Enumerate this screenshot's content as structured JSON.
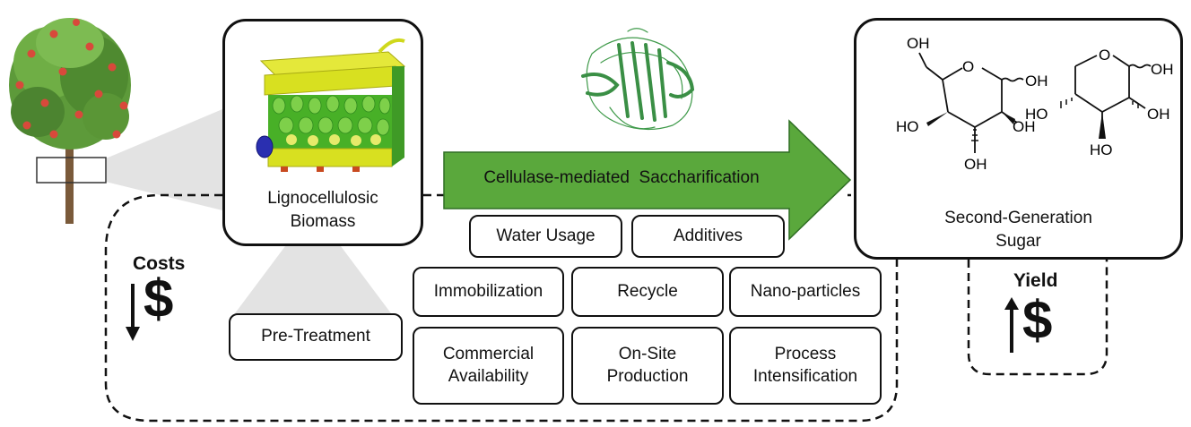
{
  "biomass": {
    "line1": "Lignocellulosic",
    "line2": "Biomass"
  },
  "process": {
    "label": "Cellulase-mediated  Saccharification"
  },
  "product": {
    "line1": "Second-Generation",
    "line2": "Sugar"
  },
  "costs": {
    "label": "Costs",
    "symbol": "$"
  },
  "yield": {
    "label": "Yield",
    "symbol": "$"
  },
  "pretreatment": "Pre-Treatment",
  "factors": {
    "water_usage": "Water Usage",
    "additives": "Additives",
    "immobilization": "Immobilization",
    "recycle": "Recycle",
    "nanoparticles": "Nano-particles",
    "commercial": "Commercial\nAvailability",
    "onsite": "On-Site\nProduction",
    "process_int": "Process\nIntensification"
  },
  "chem": {
    "oh": "OH",
    "ho": "HO"
  },
  "colors": {
    "arrow_green": "#5aa83c",
    "enzyme_green": "#3f9a4a",
    "leaf_yellow": "#d8e020",
    "leaf_green": "#48b027",
    "cone_gray": "#e3e3e3"
  }
}
